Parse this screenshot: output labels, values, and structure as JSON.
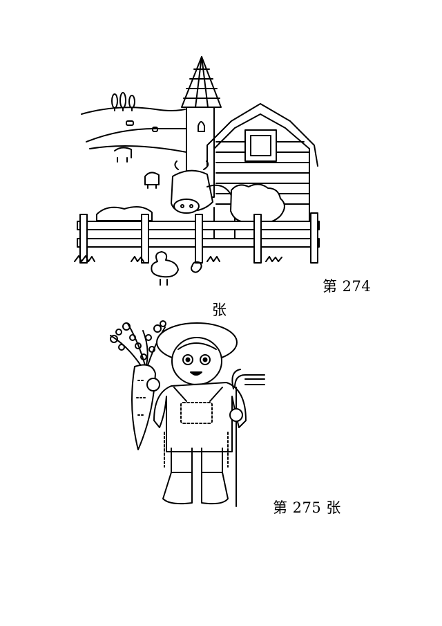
{
  "page": {
    "caption_274": "第 274",
    "caption_274_cont": "张",
    "caption_275": "第 275 张"
  }
}
